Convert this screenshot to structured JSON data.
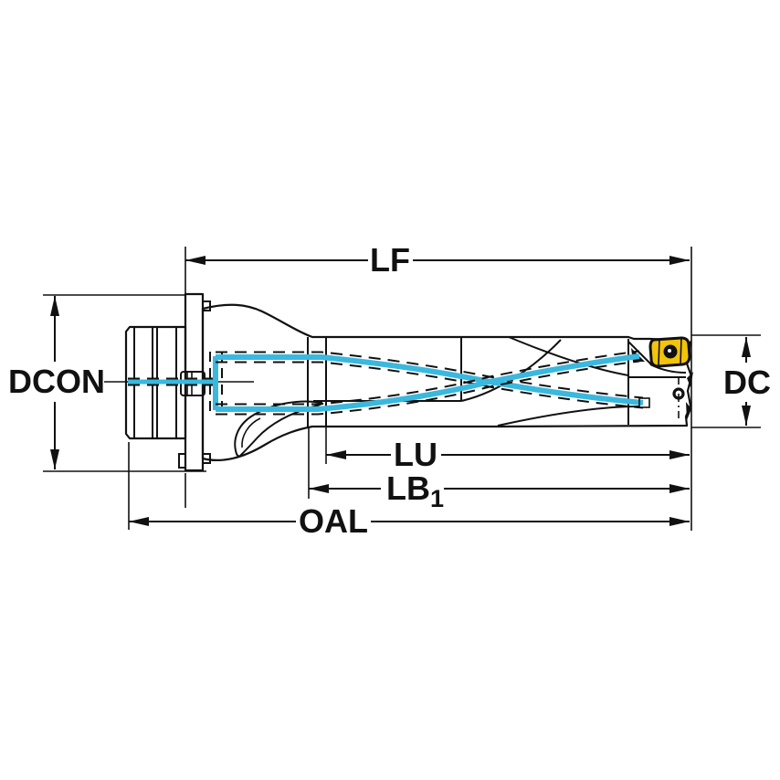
{
  "diagram": {
    "type": "technical-dimension-drawing",
    "subject": "indexable-insert-drill-side-view",
    "dimensions": {
      "lf": {
        "label": "LF"
      },
      "dcon": {
        "label": "DCON"
      },
      "dc": {
        "label": "DC"
      },
      "lu": {
        "label": "LU"
      },
      "lb1": {
        "label": "LB",
        "subscript": "1"
      },
      "oal": {
        "label": "OAL"
      }
    },
    "colors": {
      "body": "#b4c2cd",
      "coolant": "#3ab8de",
      "insert": "#f2c40a",
      "outline": "#111111",
      "background": "#ffffff"
    }
  }
}
